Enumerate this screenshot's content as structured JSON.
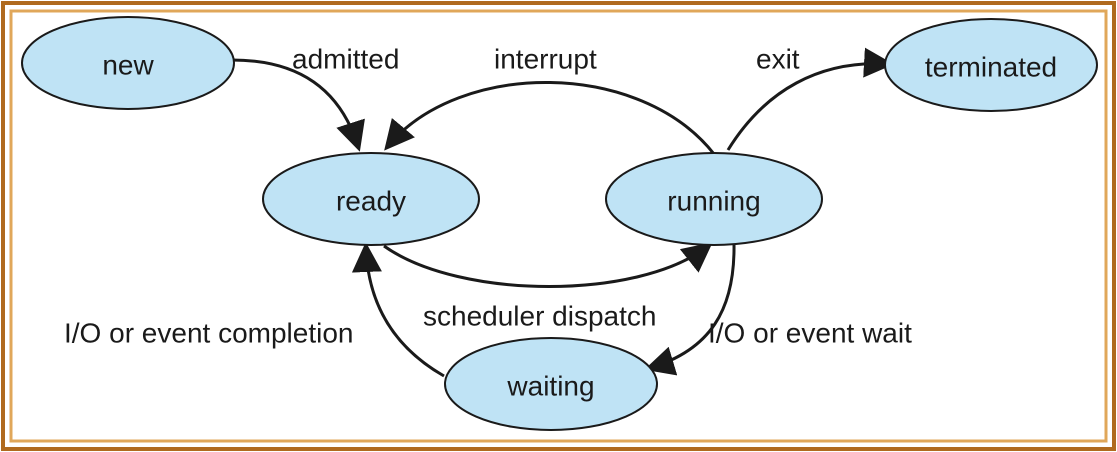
{
  "diagram": {
    "colors": {
      "node_fill": "#bfe3f5",
      "border_outer": "#b06a1e",
      "border_inner": "#e0a75a",
      "stroke": "#1a1a1a"
    },
    "nodes": {
      "new": "new",
      "ready": "ready",
      "running": "running",
      "terminated": "terminated",
      "waiting": "waiting"
    },
    "edges": {
      "admitted": "admitted",
      "interrupt": "interrupt",
      "exit": "exit",
      "scheduler_dispatch": "scheduler dispatch",
      "io_event_completion": "I/O or event completion",
      "io_event_wait": "I/O or event wait"
    }
  }
}
